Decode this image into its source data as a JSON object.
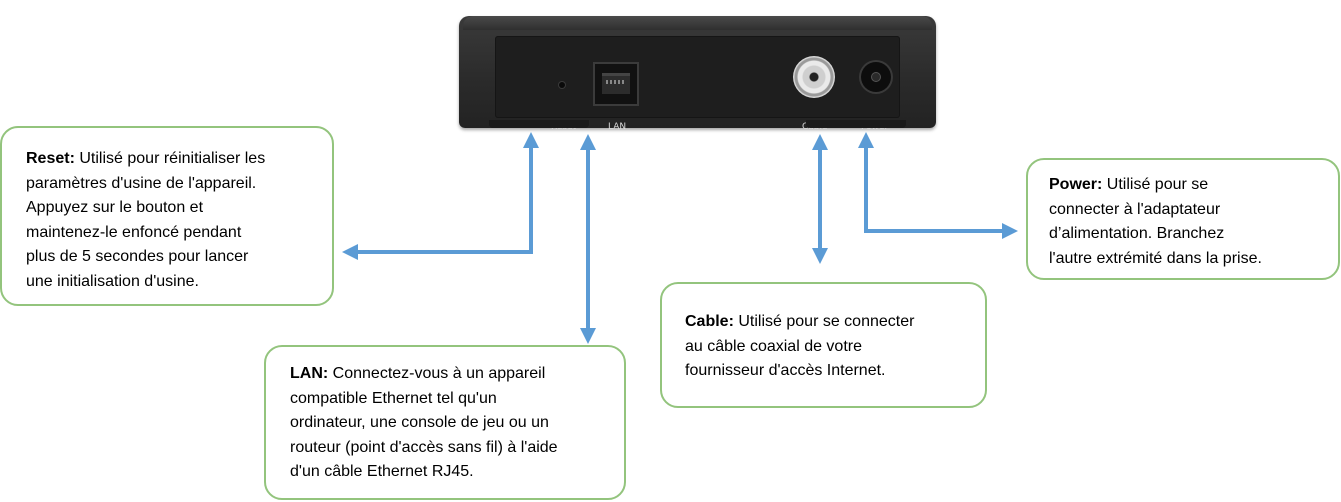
{
  "device": {
    "port_labels": {
      "reset": "Reset",
      "lan": "LAN",
      "cable": "Cable",
      "power": "Power"
    }
  },
  "callouts": {
    "reset": {
      "title": "Reset:",
      "lines": [
        "Utilisé pour réinitialiser les",
        "paramètres d'usine de l'appareil.",
        "Appuyez sur le bouton et",
        "maintenez-le enfoncé pendant",
        "plus de 5 secondes pour lancer",
        "une initialisation d'usine."
      ]
    },
    "lan": {
      "title": "LAN:",
      "lines": [
        "Connectez-vous à un appareil",
        "compatible Ethernet tel qu'un",
        "ordinateur, une console de jeu ou un",
        "routeur (point d'accès sans fil) à l'aide",
        "d'un câble Ethernet RJ45."
      ]
    },
    "cable": {
      "title": "Cable:",
      "lines": [
        "Utilisé pour se connecter",
        "au câble coaxial de votre",
        "fournisseur d'accès Internet."
      ]
    },
    "power": {
      "title": "Power:",
      "lines": [
        "Utilisé pour se",
        "connecter à l'adaptateur",
        "d’alimentation. Branchez",
        "l'autre extrémité dans la prise."
      ]
    }
  },
  "colors": {
    "arrow": "#5b9bd5",
    "callout_border": "#93c47d",
    "device": "#2a2a2a"
  }
}
